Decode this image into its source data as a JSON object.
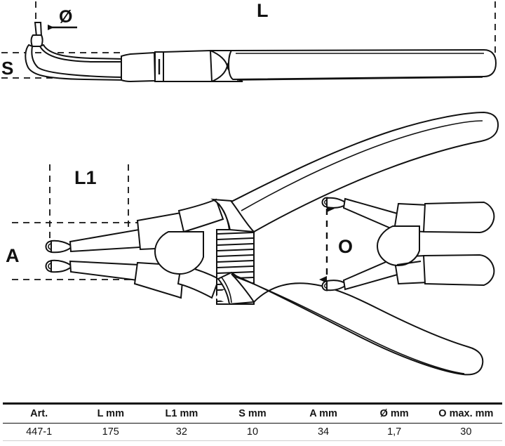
{
  "drawing": {
    "title": "Circlip pliers technical dimension drawing",
    "line_color": "#111111",
    "dash_color": "#111111",
    "fill_color": "#ffffff",
    "dimension_labels": {
      "length": "L",
      "jaw_length": "L1",
      "tip_offset": "S",
      "jaw_span": "A",
      "tip_diameter": "Ø",
      "opening": "O"
    },
    "views": {
      "side_view_name": "side-view-top",
      "plan_view_name": "plan-view-main",
      "open_jaw_detail_name": "open-jaw-detail"
    }
  },
  "table": {
    "headers": [
      "Art.",
      "L  mm",
      "L1  mm",
      "S  mm",
      "A  mm",
      "Ø  mm",
      "O  max. mm"
    ],
    "rows": [
      {
        "art": "447-1",
        "l": "175",
        "l1": "32",
        "s": "10",
        "a": "34",
        "d": "1,7",
        "o": "30"
      }
    ]
  },
  "chart_data": {
    "type": "table",
    "title": "Circlip pliers 447-1 dimensions",
    "categories": [
      "L  mm",
      "L1  mm",
      "S  mm",
      "A  mm",
      "Ø  mm",
      "O  max. mm"
    ],
    "values": [
      175,
      32,
      10,
      34,
      1.7,
      30
    ],
    "units": "mm",
    "article": "447-1"
  }
}
